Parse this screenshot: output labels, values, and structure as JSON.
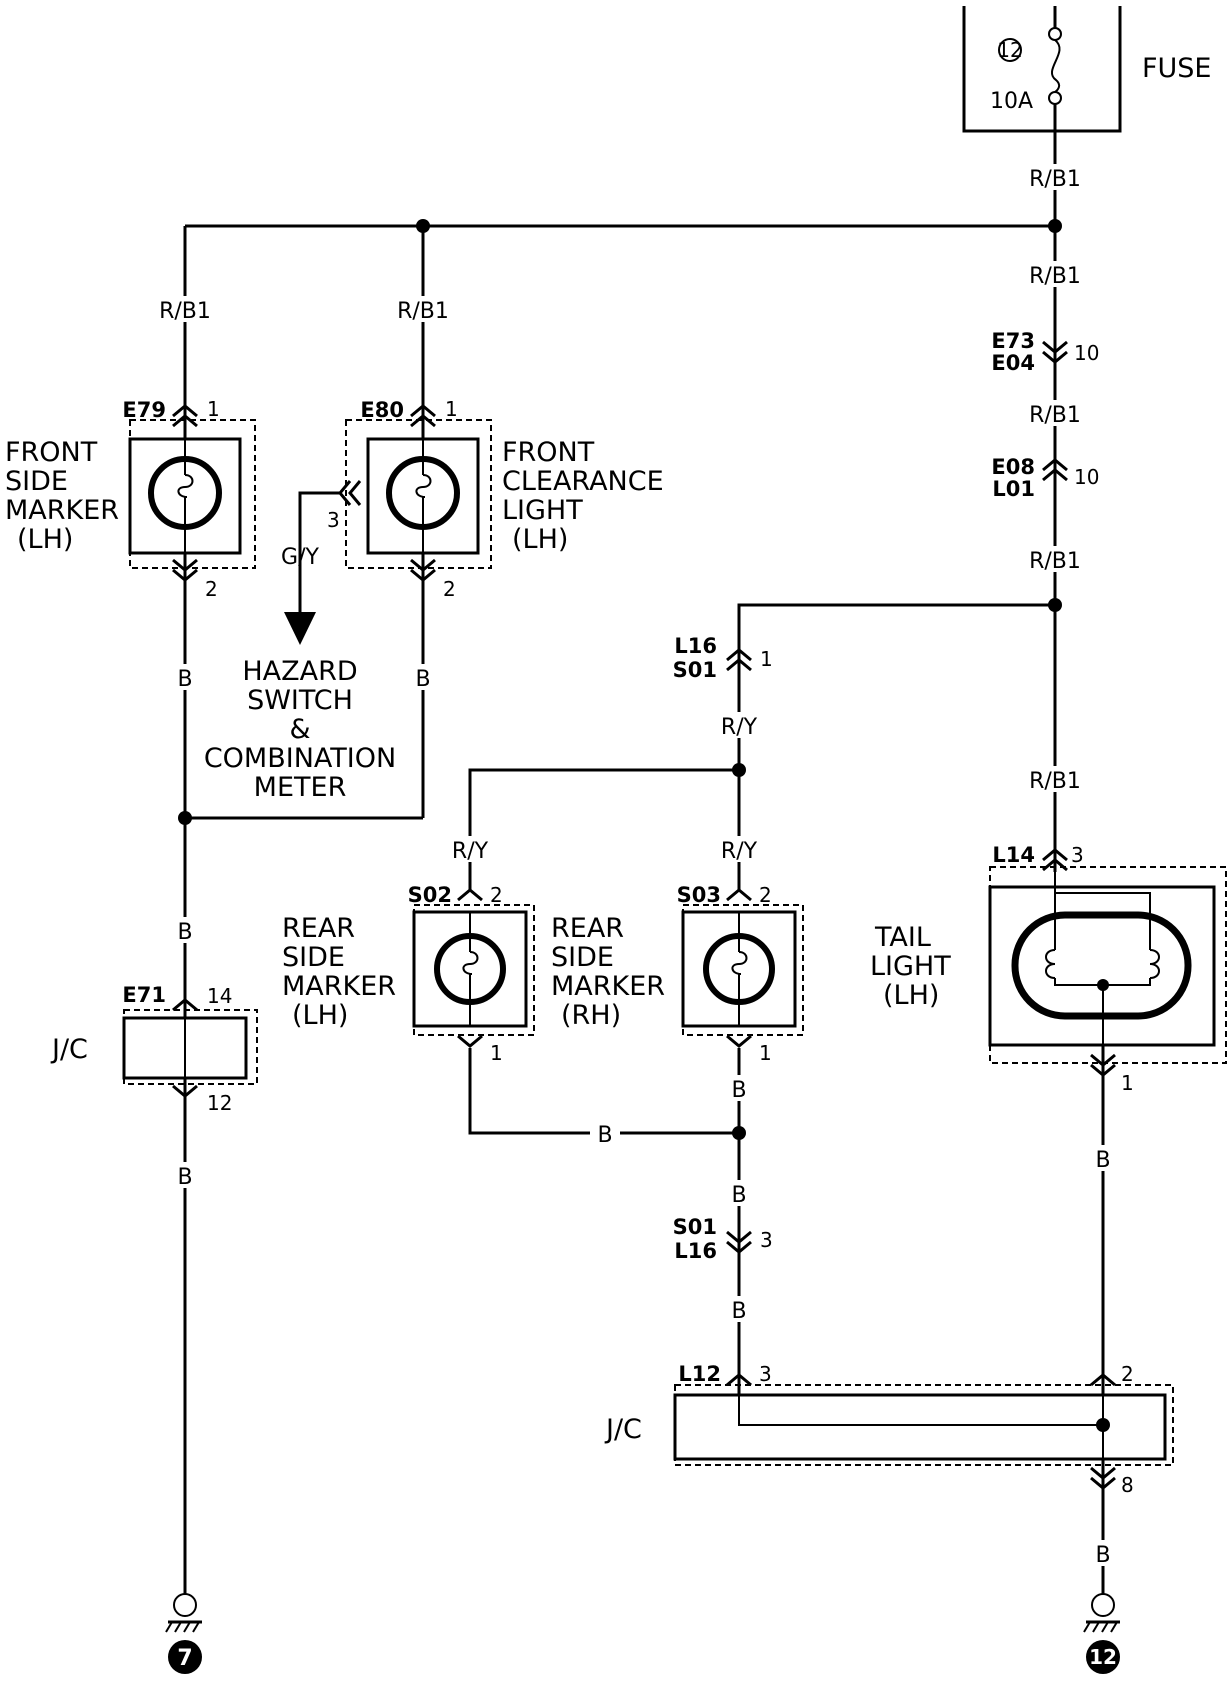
{
  "fuse": {
    "label": "FUSE",
    "number": "12",
    "rating": "10A"
  },
  "wires": {
    "rb": "R/B1",
    "gy": "G/Y",
    "ry": "R/Y",
    "b": "B"
  },
  "connectors": {
    "e73_e04": {
      "top": "E73",
      "bottom": "E04",
      "pin": "10"
    },
    "e08_l01": {
      "top": "E08",
      "bottom": "L01",
      "pin": "10"
    },
    "l16_s01": {
      "top": "L16",
      "bottom": "S01",
      "pin": "1"
    },
    "s01_l16": {
      "top": "S01",
      "bottom": "L16",
      "pin": "3"
    }
  },
  "components": {
    "front_side_marker": {
      "connector": "E79",
      "label_lines": [
        "FRONT",
        "SIDE",
        "MARKER",
        "(LH)"
      ],
      "pin_in": "1",
      "pin_out": "2"
    },
    "front_clearance": {
      "connector": "E80",
      "label_lines": [
        "FRONT",
        "CLEARANCE",
        "LIGHT",
        "(LH)"
      ],
      "pin_in": "1",
      "pin_out": "2",
      "pin_side": "3"
    },
    "hazard": {
      "label_lines": [
        "HAZARD",
        "SWITCH",
        "&",
        "COMBINATION",
        "METER"
      ]
    },
    "rear_side_lh": {
      "connector": "S02",
      "label_lines": [
        "REAR",
        "SIDE",
        "MARKER",
        "(LH)"
      ],
      "pin_in": "2",
      "pin_out": "1"
    },
    "rear_side_rh": {
      "connector": "S03",
      "label_lines": [
        "REAR",
        "SIDE",
        "MARKER",
        "(RH)"
      ],
      "pin_in": "2",
      "pin_out": "1"
    },
    "tail_light": {
      "connector": "L14",
      "label_lines": [
        "TAIL",
        "LIGHT",
        "(LH)"
      ],
      "pin_in": "3",
      "pin_out": "1"
    },
    "jc_left": {
      "label": "J/C",
      "connector": "E71",
      "pin_in": "14",
      "pin_out": "12"
    },
    "jc_right": {
      "label": "J/C",
      "connector": "L12",
      "pin_left": "3",
      "pin_right": "2",
      "pin_out": "8"
    }
  },
  "grounds": {
    "left": "7",
    "right": "12"
  }
}
